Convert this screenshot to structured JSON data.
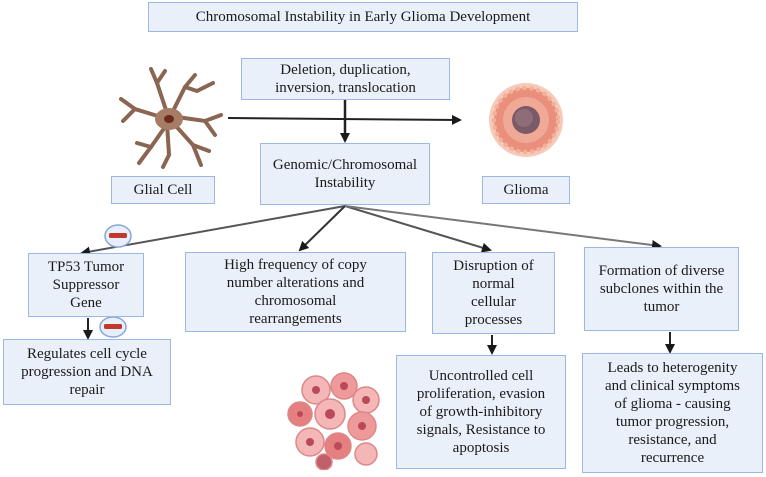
{
  "title": "Chromosomal Instability in Early Glioma Development",
  "labels": {
    "glial_cell": "Glial Cell",
    "glioma": "Glioma"
  },
  "boxes": {
    "mechanisms": "Deletion, duplication,\ninversion, translocation",
    "instability": "Genomic/Chromosomal\nInstability",
    "tp53": "TP53 Tumor\nSuppressor\nGene",
    "copy_number": "High frequency of copy\nnumber alterations and\nchromosomal\nrearrangements",
    "disruption": "Disruption of\nnormal\ncellular\nprocesses",
    "subclones": "Formation of diverse\nsubclones within the\ntumor",
    "regulates": "Regulates cell cycle\nprogression and DNA\nrepair",
    "uncontrolled": "Uncontrolled cell\nproliferation, evasion\nof growth-inhibitory\nsignals, Resistance to\napoptosis",
    "heterogenity": "Leads to heterogenity\nand clinical symptoms\nof glioma - causing\ntumor progression,\nresistance,  and\nrecurrence"
  },
  "colors": {
    "box_fill": "#eaf0fa",
    "box_border": "#9db8e0",
    "inhibit_mark": "#c0392b"
  },
  "icons": [
    "glial-cell-icon",
    "glioma-icon",
    "tumor-cells-icon",
    "inhibition-icon"
  ]
}
